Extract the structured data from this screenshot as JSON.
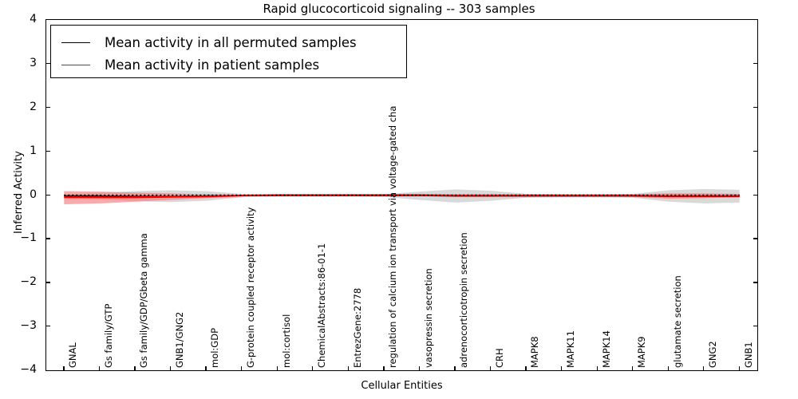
{
  "chart_data": {
    "type": "line",
    "title": "Rapid glucocorticoid signaling -- 303 samples",
    "subtitle": "",
    "xlabel": "Cellular Entities",
    "ylabel": "Inferred Activity",
    "ylim": [
      -4,
      4
    ],
    "yticks": [
      -4,
      -3,
      -2,
      -1,
      0,
      1,
      2,
      3,
      4
    ],
    "ytick_labels": [
      "−4",
      "−3",
      "−2",
      "−1",
      "0",
      "1",
      "2",
      "3",
      "4"
    ],
    "grid": false,
    "legend_position": "upper left",
    "legend": [
      {
        "name": "Mean activity in all permuted samples",
        "color": "#000000"
      },
      {
        "name": "Mean activity in patient samples",
        "color": "#ff0000"
      }
    ],
    "categories": [
      "GNAL",
      "Gs family/GTP",
      "Gs family/GDP/Gbeta gamma",
      "GNB1/GNG2",
      "mol:GDP",
      "G-protein coupled receptor activity",
      "mol:cortisol",
      "ChemicalAbstracts:86-01-1",
      "EntrezGene:2778",
      "regulation of calcium ion transport via voltage-gated cha",
      "vasopressin secretion",
      "adrenocorticotropin secretion",
      "CRH",
      "MAPK8",
      "MAPK11",
      "MAPK14",
      "MAPK9",
      "glutamate secretion",
      "GNG2",
      "GNB1"
    ],
    "series": [
      {
        "name": "Mean activity in all permuted samples",
        "color": "#000000",
        "style": "solid",
        "values": [
          -0.02,
          -0.02,
          -0.03,
          -0.03,
          -0.02,
          -0.01,
          -0.01,
          -0.01,
          -0.01,
          -0.01,
          -0.01,
          -0.02,
          -0.02,
          -0.02,
          -0.02,
          -0.02,
          -0.02,
          -0.03,
          -0.03,
          -0.03
        ],
        "band_name": "permuted standard deviation band",
        "band_color": "#cccccc",
        "band_lower": [
          -0.06,
          -0.09,
          -0.14,
          -0.16,
          -0.13,
          -0.05,
          -0.03,
          -0.03,
          -0.03,
          -0.04,
          -0.11,
          -0.17,
          -0.13,
          -0.06,
          -0.05,
          -0.05,
          -0.06,
          -0.15,
          -0.19,
          -0.17
        ],
        "band_upper": [
          0.02,
          0.05,
          0.09,
          0.11,
          0.09,
          0.03,
          0.01,
          0.01,
          0.01,
          0.02,
          0.08,
          0.13,
          0.1,
          0.03,
          0.02,
          0.02,
          0.03,
          0.11,
          0.14,
          0.12
        ]
      },
      {
        "name": "Mean activity in patient samples",
        "color": "#ff0000",
        "style": "solid",
        "values": [
          -0.05,
          -0.05,
          -0.05,
          -0.04,
          -0.03,
          -0.01,
          0.0,
          0.0,
          0.0,
          0.0,
          0.0,
          -0.01,
          -0.01,
          -0.01,
          -0.01,
          -0.01,
          -0.01,
          -0.02,
          -0.02,
          -0.02
        ],
        "band_name": "patient standard deviation band",
        "band_color": "#f08080",
        "band_lower": [
          -0.21,
          -0.19,
          -0.15,
          -0.11,
          -0.07,
          -0.03,
          -0.01,
          -0.01,
          -0.01,
          -0.01,
          -0.02,
          -0.04,
          -0.04,
          -0.03,
          -0.03,
          -0.03,
          -0.04,
          -0.08,
          -0.07,
          -0.05
        ],
        "band_upper": [
          0.09,
          0.08,
          0.06,
          0.04,
          0.02,
          0.01,
          0.01,
          0.01,
          0.01,
          0.01,
          0.01,
          0.02,
          0.02,
          0.02,
          0.02,
          0.02,
          0.02,
          0.04,
          0.04,
          0.03
        ]
      },
      {
        "name": "permuted mean dotted overlay",
        "color": "#000000",
        "style": "dotted",
        "values": [
          0.0,
          0.0,
          0.0,
          0.0,
          0.0,
          0.0,
          0.0,
          0.0,
          0.0,
          0.0,
          0.0,
          0.0,
          0.0,
          0.0,
          0.0,
          0.0,
          0.0,
          0.0,
          0.0,
          0.0
        ]
      }
    ]
  }
}
